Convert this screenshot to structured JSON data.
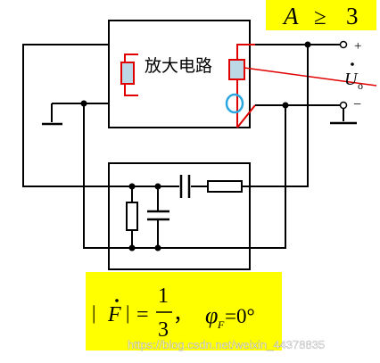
{
  "gain_condition": {
    "A": "A",
    "ge": "≥",
    "three": "3"
  },
  "amplifier": {
    "label": "放大电路"
  },
  "output": {
    "plus": "+",
    "minus": "−",
    "U": "U",
    "sub": "o"
  },
  "feedback_condition": {
    "bar_left": "|",
    "F": "F",
    "bar_right": "|",
    "eq": "=",
    "num": "1",
    "den": "3",
    "comma": "，",
    "phi": "φ",
    "phi_sub": "F",
    "phase": "=0°"
  },
  "watermark": "https://blog.csdn.net/weixin_44378835",
  "colors": {
    "highlight": "#ffff00",
    "wire": "#000000",
    "accent_red": "#e00000",
    "resistor_fill": "#bcd7e6",
    "marker_blue": "#2aa6e0"
  }
}
